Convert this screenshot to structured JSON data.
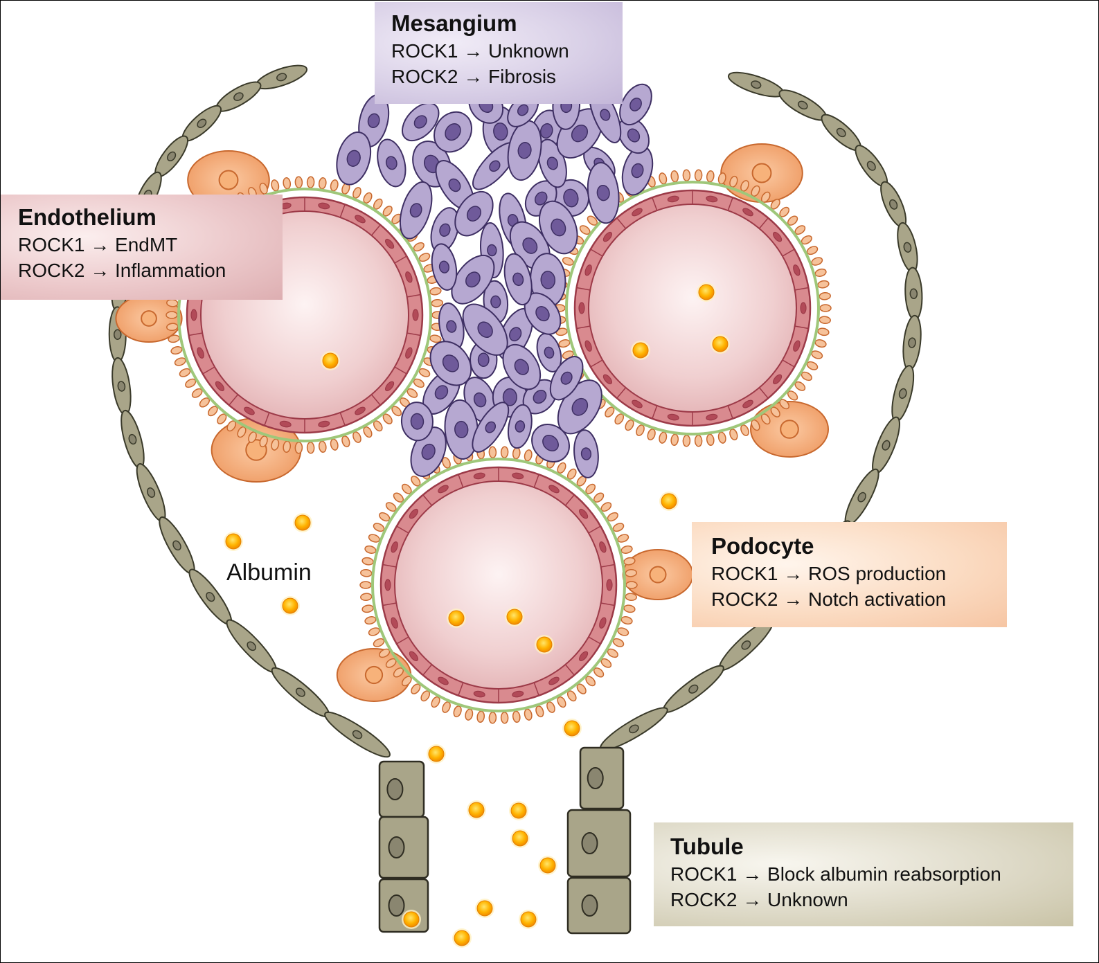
{
  "callouts": {
    "mesangium": {
      "title": "Mesangium",
      "rock1": "ROCK1 → Unknown",
      "rock2": "ROCK2 → Fibrosis"
    },
    "endothelium": {
      "title": "Endothelium",
      "rock1": "ROCK1 → EndMT",
      "rock2": "ROCK2 → Inflammation"
    },
    "podocyte": {
      "title": "Podocyte",
      "rock1": "ROCK1 → ROS production",
      "rock2": "ROCK2 → Notch activation"
    },
    "tubule": {
      "title": "Tubule",
      "rock1": "ROCK1 → Block albumin reabsorption",
      "rock2": "ROCK2 → Unknown"
    }
  },
  "labels": {
    "albumin": "Albumin"
  },
  "colors": {
    "capillary_fill": "#f4d9d9",
    "endothelial_cell": "#d98a8f",
    "endothelial_outline": "#9c3a48",
    "mesangial_cell": "#b6a8d1",
    "mesangial_nucleus": "#6f5a9a",
    "podocyte": "#f1a56e",
    "foot_process": "#c8682e",
    "basement_membrane": "#9fc77a",
    "bowman_capsule_cell": "#a9a589",
    "tubule_cell": "#a9a589",
    "albumin": "#f7a500"
  },
  "icons": {
    "albumin": "albumin-particle-icon"
  }
}
